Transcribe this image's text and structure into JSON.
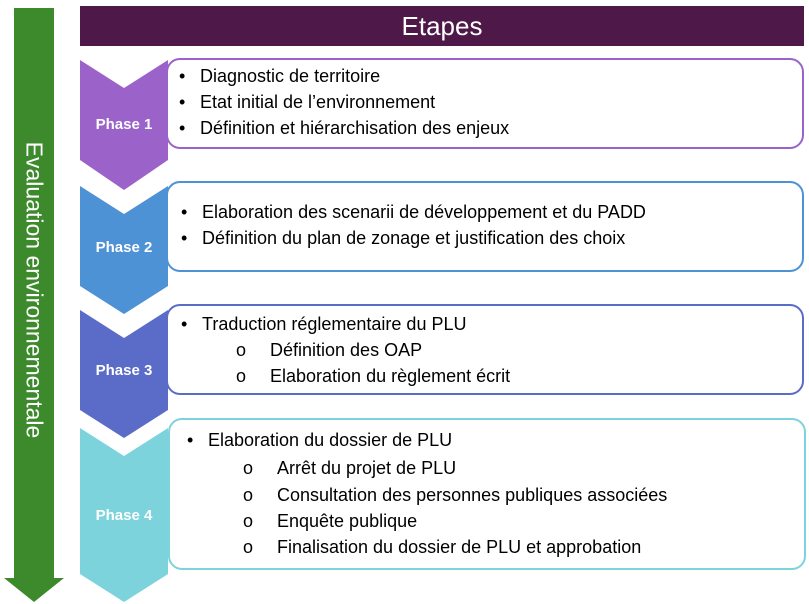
{
  "side_label": "Evaluation environnementale",
  "header_title": "Etapes",
  "colors": {
    "side_arrow": "#3d8a2c",
    "header": "#4e1848",
    "phase1": "#9b63c9",
    "phase2": "#4e92d6",
    "phase3": "#5a6cc7",
    "phase4": "#7dd3dc"
  },
  "phases": [
    {
      "label": "Phase 1",
      "items": [
        {
          "text": "Diagnostic de territoire",
          "level": 1
        },
        {
          "text": "Etat initial de l’environnement",
          "level": 1
        },
        {
          "text": "Définition et hiérarchisation des enjeux",
          "level": 1
        }
      ]
    },
    {
      "label": "Phase 2",
      "items": [
        {
          "text": "Elaboration des scenarii de développement et du PADD",
          "level": 1
        },
        {
          "text": "Définition du plan de zonage et justification des choix",
          "level": 1
        }
      ]
    },
    {
      "label": "Phase 3",
      "items": [
        {
          "text": "Traduction réglementaire du PLU",
          "level": 1
        },
        {
          "text": "Définition des OAP",
          "level": 2
        },
        {
          "text": "Elaboration du règlement écrit",
          "level": 2
        }
      ]
    },
    {
      "label": "Phase 4",
      "items": [
        {
          "text": "Elaboration du dossier de PLU",
          "level": 1
        },
        {
          "text": "Arrêt du projet de PLU",
          "level": 2
        },
        {
          "text": "Consultation des personnes publiques associées",
          "level": 2
        },
        {
          "text": "Enquête publique",
          "level": 2
        },
        {
          "text": "Finalisation du dossier de PLU et approbation",
          "level": 2
        }
      ]
    }
  ]
}
